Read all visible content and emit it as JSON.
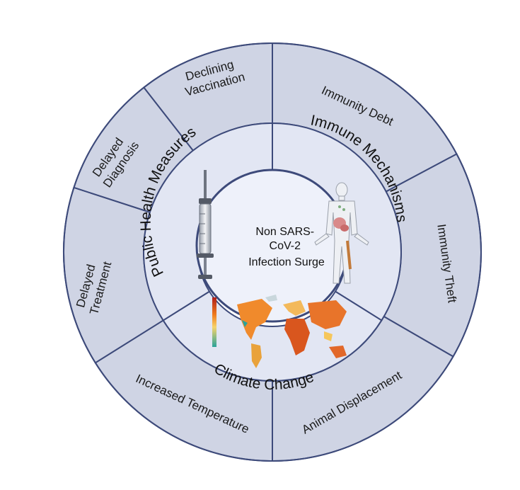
{
  "center": {
    "lines": [
      "Non SARS-",
      "CoV-2",
      "Infection Surge"
    ]
  },
  "middle": {
    "public_health": "Public Health Measures",
    "immune": "Immune Mechanisms",
    "climate": "Climate Change"
  },
  "outer": {
    "declining_vaccination": [
      "Declining",
      "Vaccination"
    ],
    "delayed_diagnosis": [
      "Delayed",
      "Diagnosis"
    ],
    "delayed_treatment": [
      "Delayed",
      "Treatment"
    ],
    "increased_temperature": "Increased Temperature",
    "animal_displacement": "Animal Displacement",
    "immunity_theft": "Immunity Theft",
    "immunity_debt": "Immunity Debt"
  },
  "icons": {
    "syringe": "syringe-icon",
    "body": "human-body-icon",
    "map": "world-temperature-map-icon"
  },
  "colors": {
    "outer_fill": "#cfd4e4",
    "middle_fill": "#e2e6f3",
    "center_fill": "#eef1fa",
    "border": "#3d4a7a"
  }
}
